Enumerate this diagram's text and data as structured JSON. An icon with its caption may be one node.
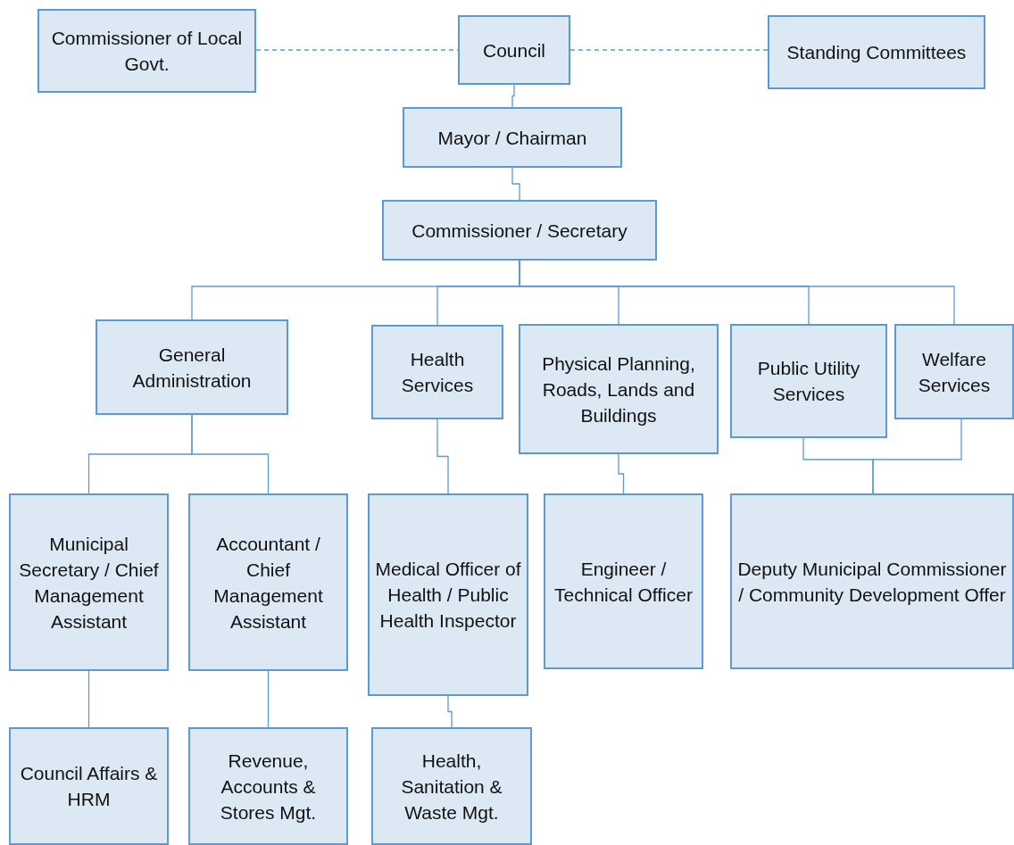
{
  "diagram": {
    "nodes": [
      {
        "text": [
          "Commissioner of Local Govt."
        ]
      },
      {
        "text": [
          "Council"
        ]
      },
      {
        "text": [
          "Standing Committees"
        ]
      },
      {
        "text": [
          "Mayor / Chairman"
        ]
      },
      {
        "text": [
          "Commissioner / Secretary"
        ]
      },
      {
        "text": [
          "General Administration"
        ]
      },
      {
        "text": [
          "Health Services"
        ]
      },
      {
        "text": [
          "Physical Planning, Roads, Lands and Buildings"
        ]
      },
      {
        "text": [
          "Public Utility Services"
        ]
      },
      {
        "text": [
          "Welfare Services"
        ]
      },
      {
        "text": [
          "Municipal Secretary / Chief Management Assistant"
        ]
      },
      {
        "text": [
          "Accountant / Chief Management Assistant"
        ]
      },
      {
        "text": [
          "Medical Officer of Health / Public Health Inspector"
        ]
      },
      {
        "text": [
          "Engineer / Technical Officer"
        ]
      },
      {
        "text": [
          "Deputy Municipal Commissioner / Community Development Offer"
        ]
      },
      {
        "text": [
          "Council Affairs & HRM"
        ]
      },
      {
        "text": [
          "Revenue, Accounts & Stores Mgt."
        ]
      },
      {
        "text": [
          "Health, Sanitation & Waste Mgt."
        ]
      }
    ],
    "edges": [
      {
        "from": 0,
        "to": 1,
        "arrow": "none",
        "style": "dashed"
      },
      {
        "from": 1,
        "to": 2,
        "arrow": "none",
        "style": "dashed"
      },
      {
        "from": 1,
        "to": 3,
        "arrow": "none"
      },
      {
        "from": 3,
        "to": 4,
        "arrow": "none"
      },
      {
        "from": 4,
        "to": 5,
        "arrow": "none"
      },
      {
        "from": 4,
        "to": 6,
        "arrow": "none"
      },
      {
        "from": 4,
        "to": 7,
        "arrow": "none"
      },
      {
        "from": 4,
        "to": 8,
        "arrow": "none"
      },
      {
        "from": 4,
        "to": 9,
        "arrow": "none"
      },
      {
        "from": 5,
        "to": 10,
        "arrow": "none"
      },
      {
        "from": 5,
        "to": 11,
        "arrow": "none"
      },
      {
        "from": 6,
        "to": 12,
        "arrow": "none"
      },
      {
        "from": 7,
        "to": 13,
        "arrow": "none"
      },
      {
        "from": 8,
        "to": 14,
        "arrow": "none"
      },
      {
        "from": 9,
        "to": 14,
        "arrow": "none"
      },
      {
        "from": 10,
        "to": 15,
        "arrow": "none"
      },
      {
        "from": 11,
        "to": 16,
        "arrow": "none"
      },
      {
        "from": 12,
        "to": 17,
        "arrow": "none"
      }
    ]
  }
}
